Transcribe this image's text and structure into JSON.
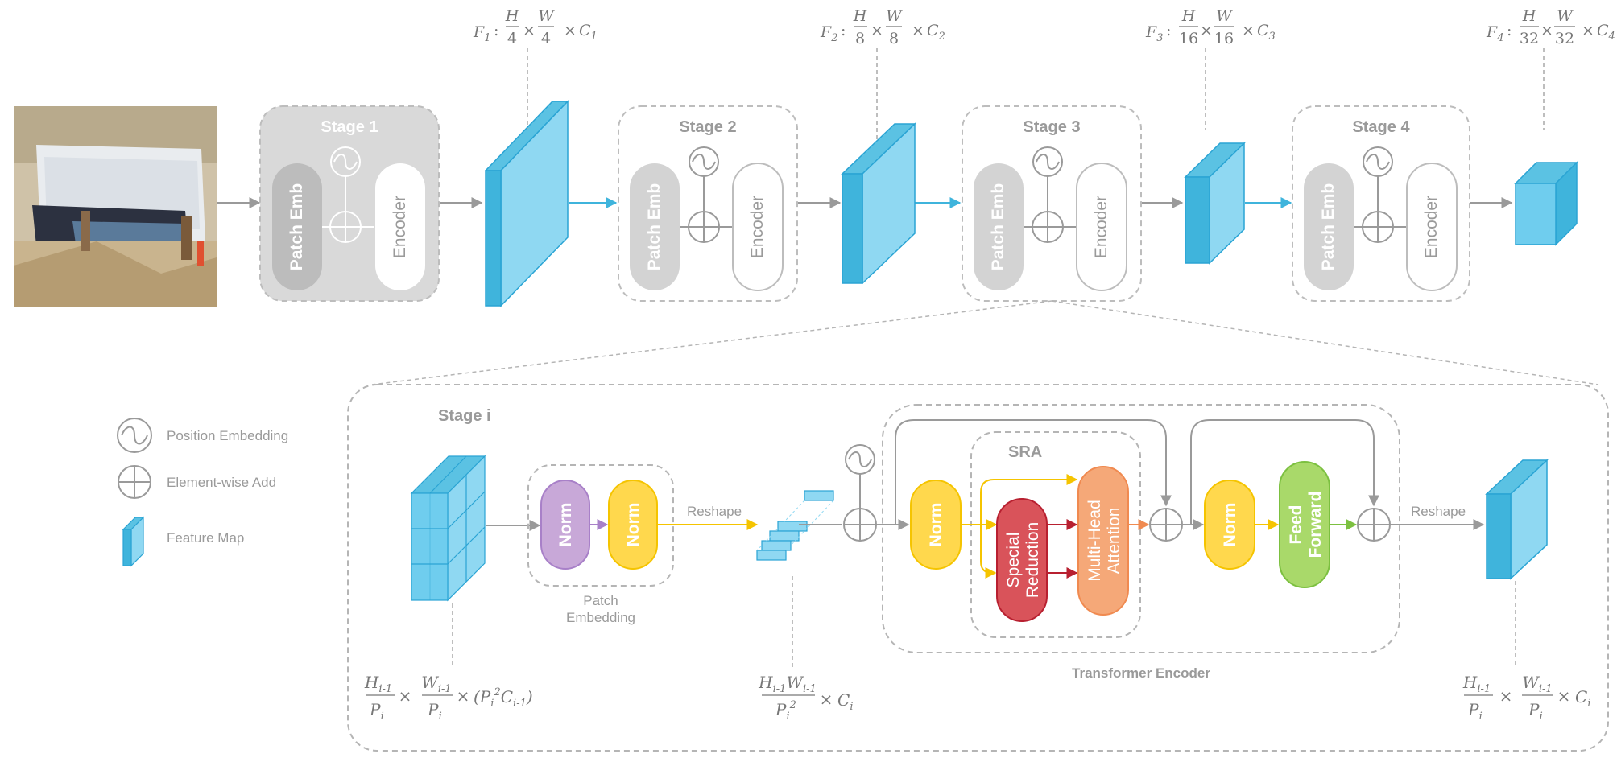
{
  "stages": [
    {
      "title": "Stage 1",
      "patch_emb": "Patch Emb",
      "encoder": "Encoder"
    },
    {
      "title": "Stage 2",
      "patch_emb": "Patch Emb",
      "encoder": "Encoder"
    },
    {
      "title": "Stage 3",
      "patch_emb": "Patch Emb",
      "encoder": "Encoder"
    },
    {
      "title": "Stage 4",
      "patch_emb": "Patch Emb",
      "encoder": "Encoder"
    }
  ],
  "features": [
    {
      "name": "F",
      "sub": "1",
      "h_den": "4",
      "w_den": "4",
      "c": "C",
      "c_sub": "1"
    },
    {
      "name": "F",
      "sub": "2",
      "h_den": "8",
      "w_den": "8",
      "c": "C",
      "c_sub": "2"
    },
    {
      "name": "F",
      "sub": "3",
      "h_den": "16",
      "w_den": "16",
      "c": "C",
      "c_sub": "3"
    },
    {
      "name": "F",
      "sub": "4",
      "h_den": "32",
      "w_den": "32",
      "c": "C",
      "c_sub": "4"
    }
  ],
  "legend": {
    "position_embedding": "Position Embedding",
    "element_wise_add": "Element-wise Add",
    "feature_map": "Feature Map"
  },
  "detail": {
    "stage_title": "Stage i",
    "norm": "Norm",
    "patch_embedding": [
      "Patch",
      "Embedding"
    ],
    "reshape": "Reshape",
    "sra_title": "SRA",
    "special_reduction": [
      "Special",
      "Reduction"
    ],
    "multi_head_attention": [
      "Multi-Head",
      "Attention"
    ],
    "feed_forward": [
      "Feed",
      "Forward"
    ],
    "transformer_encoder": "Transformer Encoder"
  },
  "colors": {
    "gray_stage": "#d9d9d9",
    "gray_box": "#bcbcbc",
    "cube_face": "#8fd8f2",
    "cube_top": "#5bc2e3",
    "cube_side": "#3fb4dc",
    "cube_edge": "#2aa4d4",
    "purple": "#c8a8d8",
    "yellow": "#ffd84d",
    "red": "#d9535a",
    "orange": "#f5a878",
    "green": "#a9d96a"
  }
}
